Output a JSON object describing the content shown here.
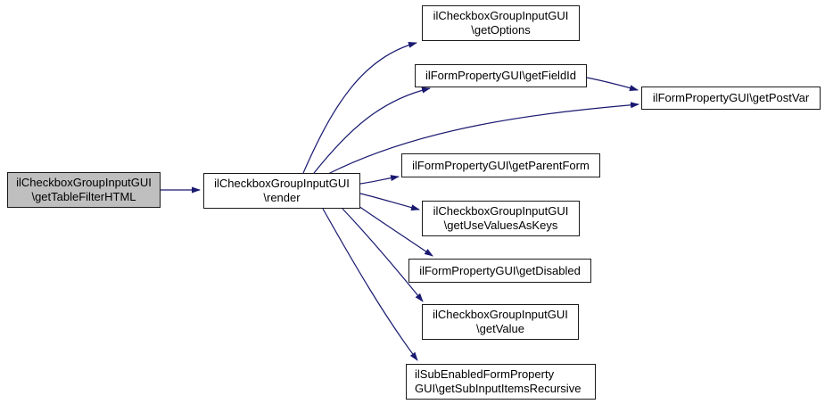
{
  "diagram": {
    "type": "call-graph",
    "colors": {
      "edge": "#191970",
      "node_border": "#1a1a1a",
      "node_fill": "#ffffff",
      "node_highlight_fill": "#bfbfbf",
      "text": "#000000",
      "background": "#ffffff"
    },
    "nodes": {
      "getTableFilterHTML": {
        "lines": [
          "ilCheckboxGroupInputGUI",
          "\\getTableFilterHTML"
        ],
        "highlighted": true
      },
      "render": {
        "lines": [
          "ilCheckboxGroupInputGUI",
          "\\render"
        ],
        "highlighted": false
      },
      "getOptions": {
        "lines": [
          "ilCheckboxGroupInputGUI",
          "\\getOptions"
        ],
        "highlighted": false
      },
      "getFieldId": {
        "lines": [
          "ilFormPropertyGUI\\getFieldId"
        ],
        "highlighted": false
      },
      "getPostVar": {
        "lines": [
          "ilFormPropertyGUI\\getPostVar"
        ],
        "highlighted": false
      },
      "getParentForm": {
        "lines": [
          "ilFormPropertyGUI\\getParentForm"
        ],
        "highlighted": false
      },
      "getUseValuesAsKeys": {
        "lines": [
          "ilCheckboxGroupInputGUI",
          "\\getUseValuesAsKeys"
        ],
        "highlighted": false
      },
      "getDisabled": {
        "lines": [
          "ilFormPropertyGUI\\getDisabled"
        ],
        "highlighted": false
      },
      "getValue": {
        "lines": [
          "ilCheckboxGroupInputGUI",
          "\\getValue"
        ],
        "highlighted": false
      },
      "getSubInputItemsRecursive": {
        "lines": [
          "ilSubEnabledFormProperty",
          "GUI\\getSubInputItemsRecursive"
        ],
        "highlighted": false
      }
    },
    "edges": [
      {
        "from": "getTableFilterHTML",
        "to": "render"
      },
      {
        "from": "render",
        "to": "getOptions"
      },
      {
        "from": "render",
        "to": "getFieldId"
      },
      {
        "from": "render",
        "to": "getPostVar"
      },
      {
        "from": "render",
        "to": "getParentForm"
      },
      {
        "from": "render",
        "to": "getUseValuesAsKeys"
      },
      {
        "from": "render",
        "to": "getDisabled"
      },
      {
        "from": "render",
        "to": "getValue"
      },
      {
        "from": "render",
        "to": "getSubInputItemsRecursive"
      },
      {
        "from": "getFieldId",
        "to": "getPostVar"
      }
    ]
  }
}
